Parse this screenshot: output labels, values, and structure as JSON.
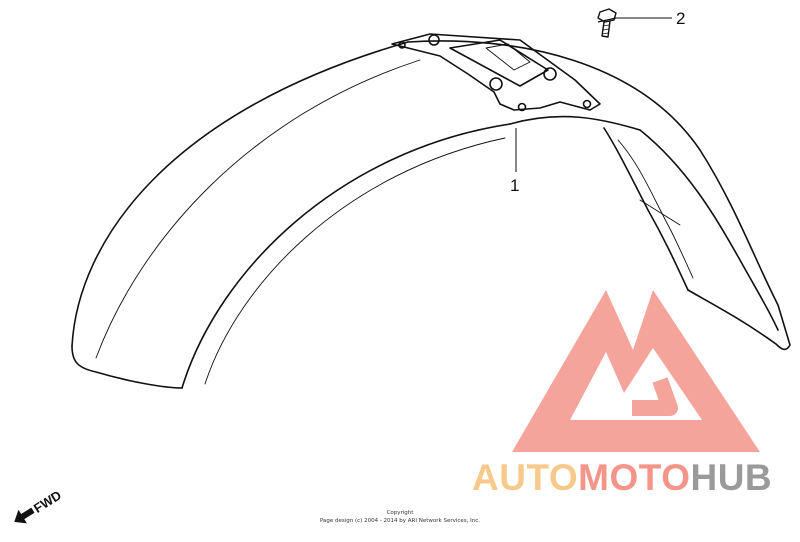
{
  "diagram": {
    "callouts": [
      {
        "label": "1",
        "part": "front-fender"
      },
      {
        "label": "2",
        "part": "flange-bolt"
      }
    ],
    "direction_label": "FWD",
    "copyright": {
      "line1": "Copyright",
      "line2": "Page design (c) 2004 - 2014 by ARI Network Services, Inc."
    }
  },
  "watermark": {
    "part1": "AUTO",
    "part2": "MOTO",
    "part3": "HUB",
    "colors": {
      "logo": "#f4958a",
      "auto": "#f7c98a",
      "moto": "#f4958a",
      "hub": "#9a9a9a"
    }
  }
}
